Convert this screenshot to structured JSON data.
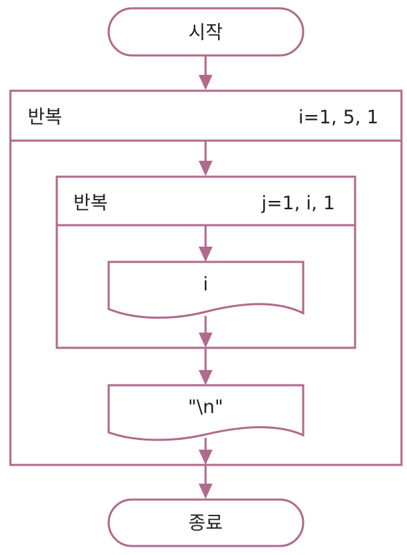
{
  "diagram": {
    "start_label": "시작",
    "outer_loop": {
      "keyword": "반복",
      "params": "i=1, 5, 1"
    },
    "inner_loop": {
      "keyword": "반복",
      "params": "j=1, i, 1"
    },
    "print_inner": "i",
    "print_outer": "\"\\n\"",
    "end_label": "종료"
  },
  "colors": {
    "stroke": "#b06a8c",
    "text": "#231f20",
    "background": "#ffffff"
  }
}
